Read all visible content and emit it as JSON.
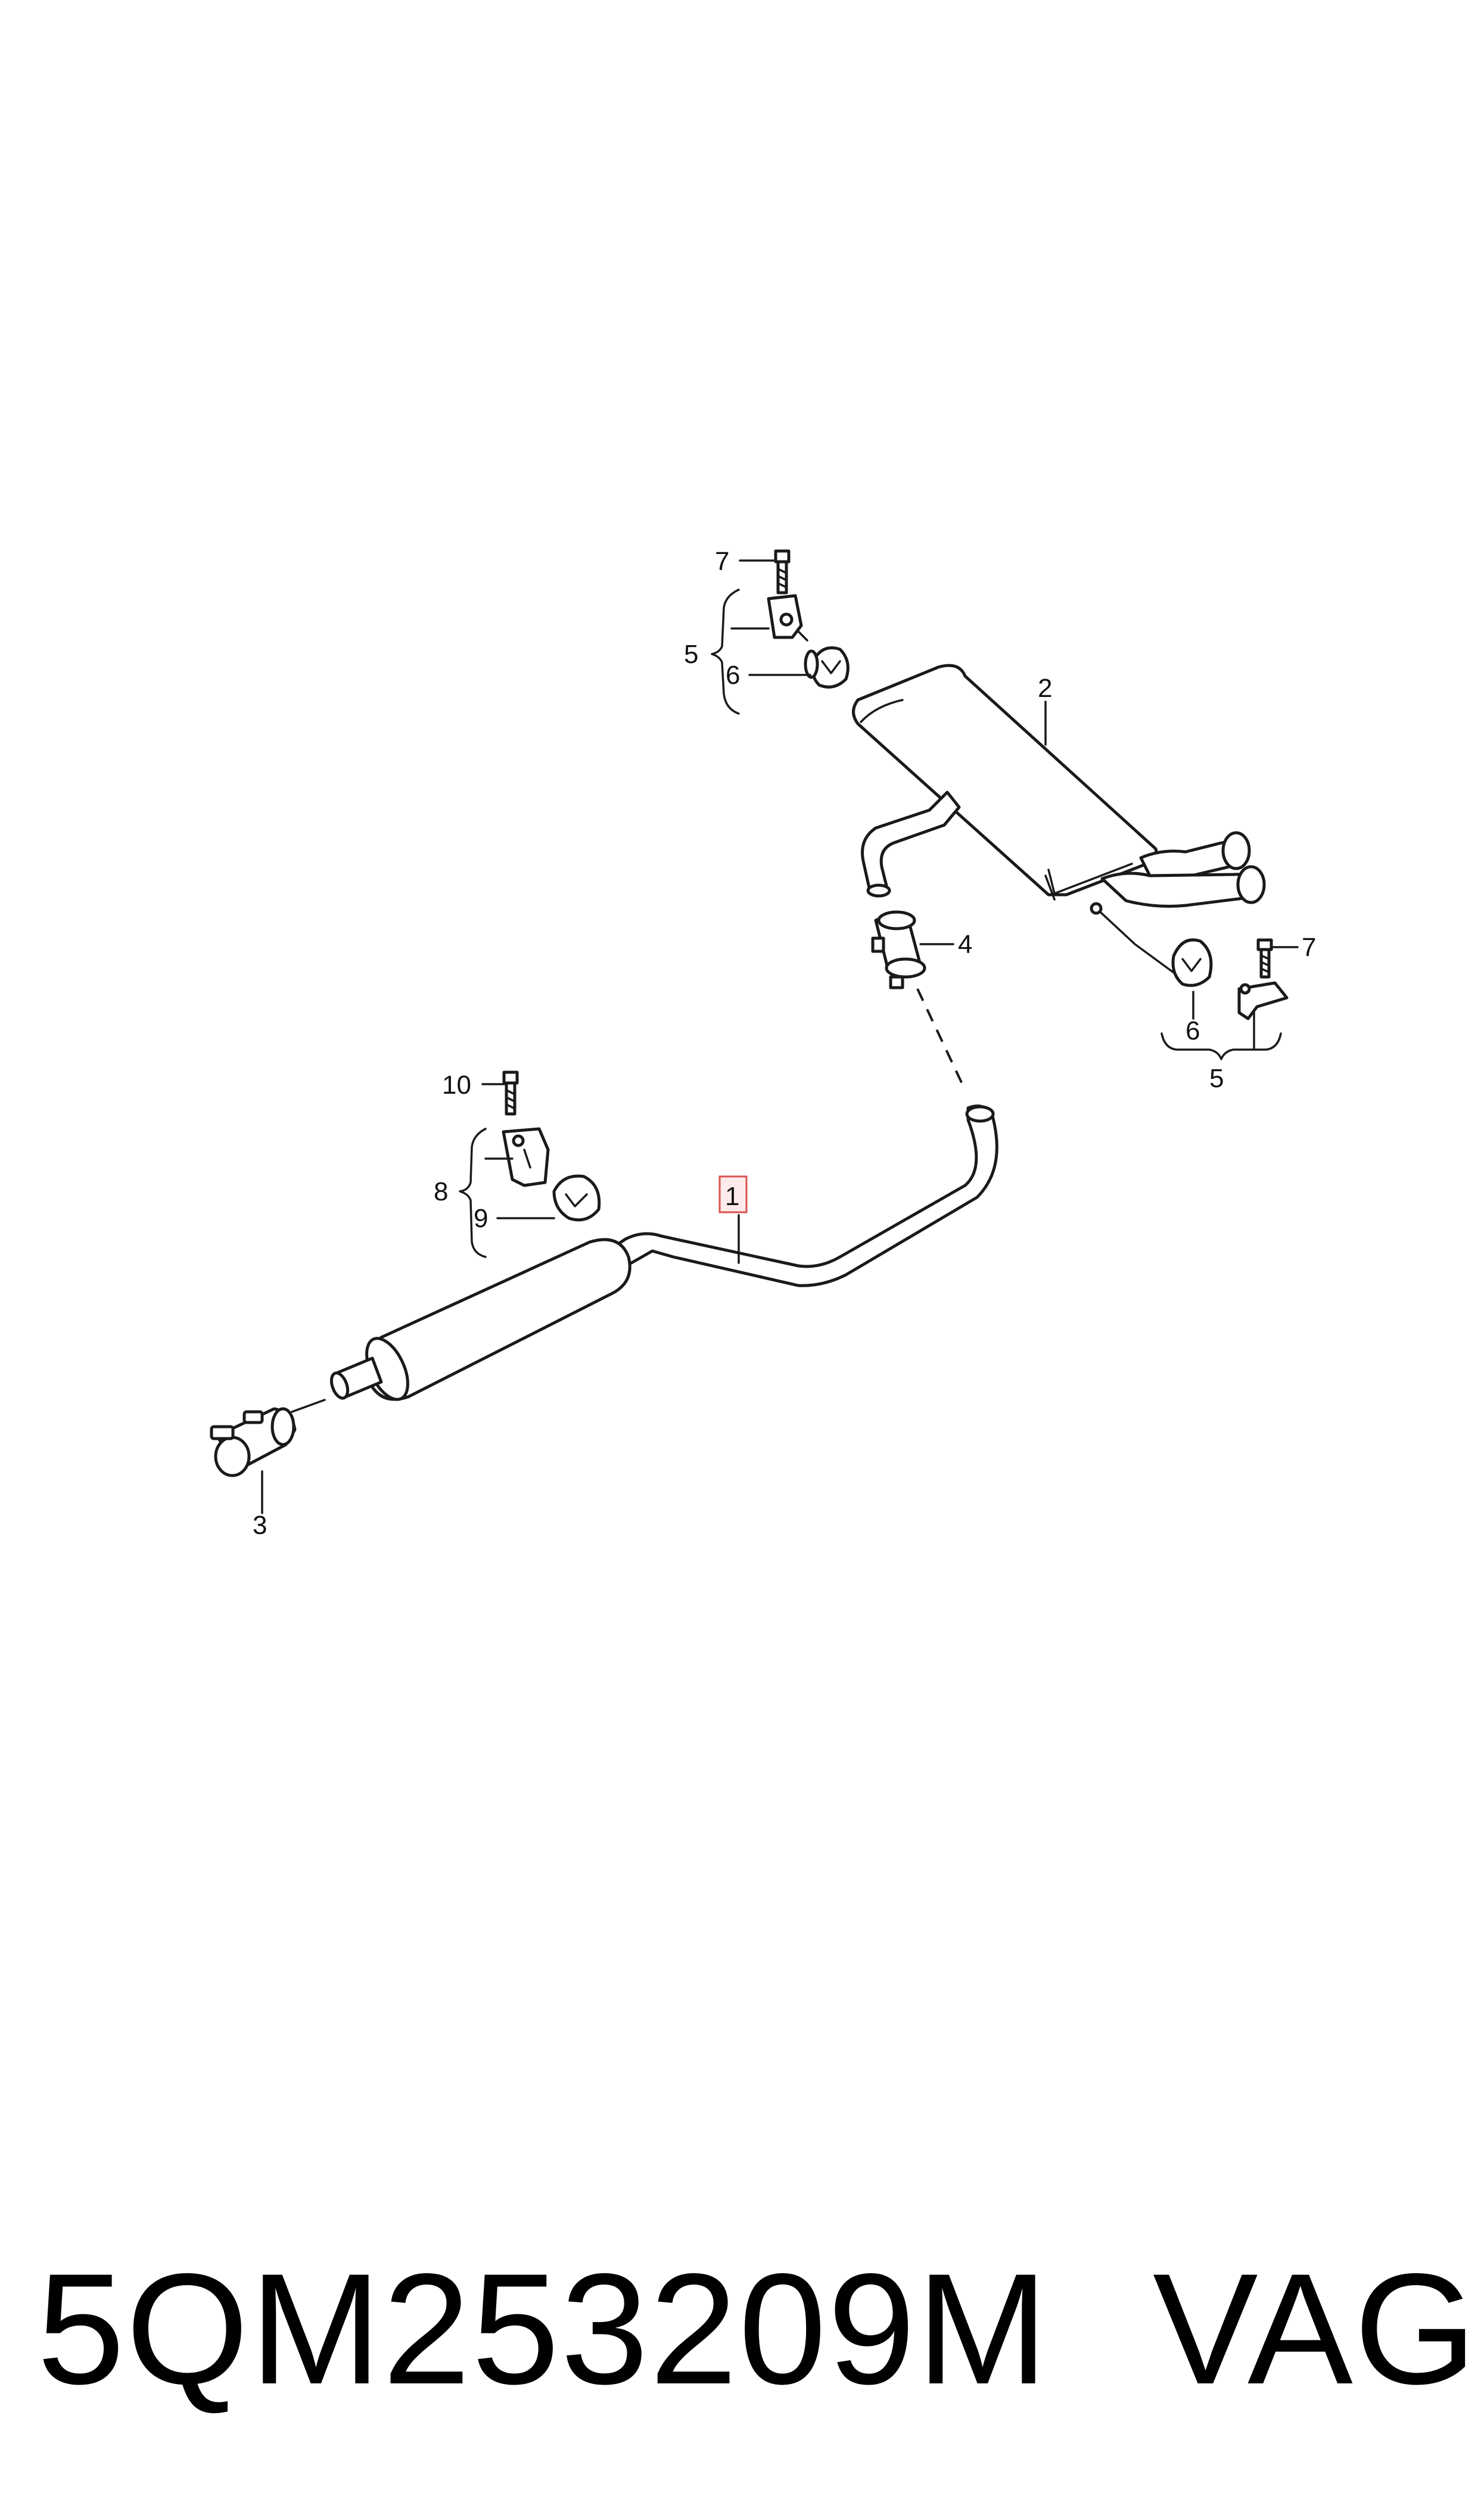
{
  "callouts": {
    "c1": "1",
    "c2": "2",
    "c3": "3",
    "c4": "4",
    "c5_top": "5",
    "c5_bottom": "5",
    "c6_top": "6",
    "c6_bottom": "6",
    "c7_top": "7",
    "c7_bottom": "7",
    "c8": "8",
    "c9": "9",
    "c10": "10"
  },
  "highlighted_callout": "1",
  "caption": {
    "part_number": "5QM253209M",
    "brand": "VAG"
  },
  "colors": {
    "line": "#1a1a1a",
    "highlight_border": "#d9534f",
    "highlight_fill": "#fdeaea"
  }
}
